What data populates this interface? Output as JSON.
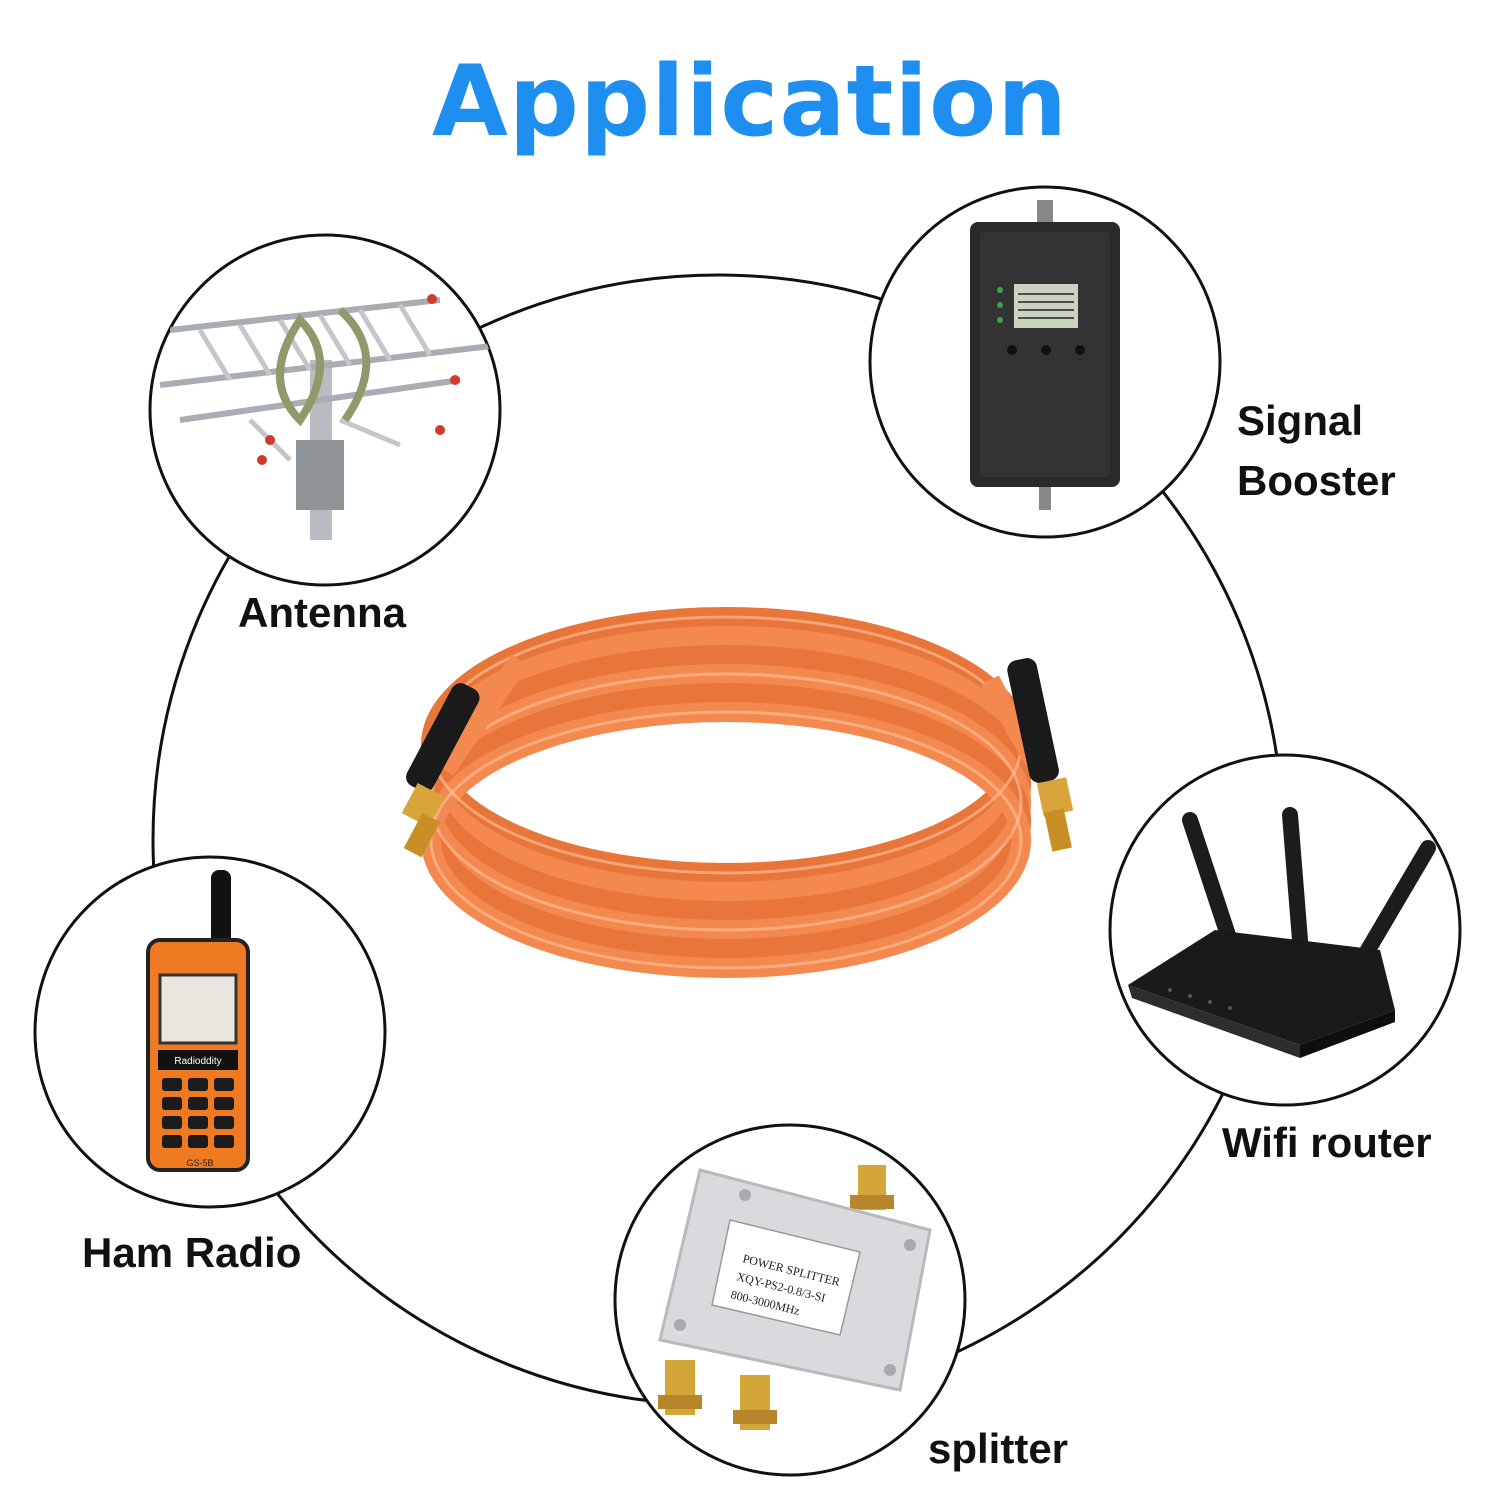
{
  "title": "Application",
  "colors": {
    "title": "#1e8ef0",
    "cable": "#f3894f",
    "ring": "#111111"
  },
  "items": {
    "antenna": {
      "label": "Antenna"
    },
    "booster": {
      "label_line1": "Signal",
      "label_line2": "Booster"
    },
    "router": {
      "label": "Wifi router"
    },
    "splitter": {
      "label": "splitter",
      "sticker_line1": "POWER SPLITTER",
      "sticker_line2": "XQY-PS2-0.8/3-SI",
      "sticker_line3": "800-3000MHz"
    },
    "radio": {
      "label": "Ham Radio",
      "brand": "Radioddity",
      "model": "GS-5B"
    }
  },
  "icons": [
    "antenna-icon",
    "signal-booster-icon",
    "wifi-router-icon",
    "power-splitter-icon",
    "ham-radio-icon",
    "coax-cable-icon"
  ]
}
